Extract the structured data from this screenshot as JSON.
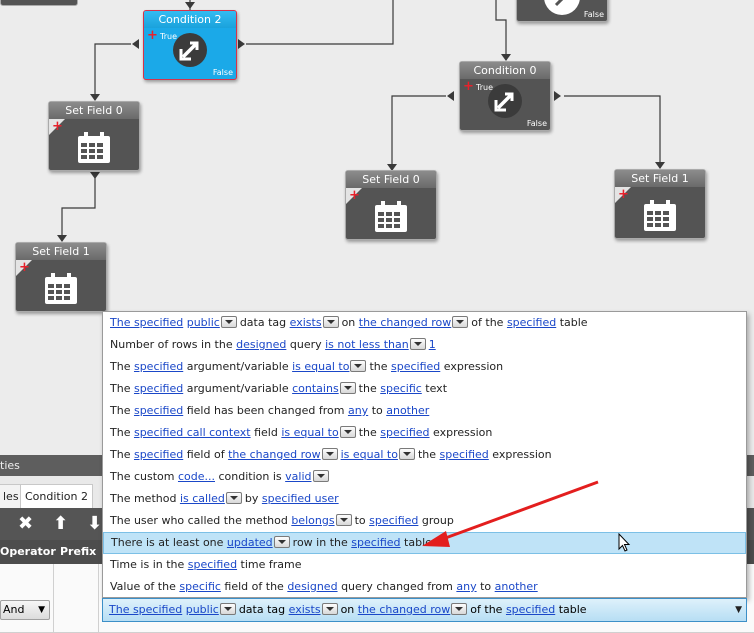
{
  "canvas": {
    "nodes": [
      {
        "id": "condition-2",
        "title": "Condition 2",
        "true_label": "True",
        "false_label": "False"
      },
      {
        "id": "condition-0",
        "title": "Condition 0",
        "true_label": "True",
        "false_label": "False"
      },
      {
        "id": "top-right",
        "false_label": "False"
      },
      {
        "id": "set-field-0-left",
        "title": "Set Field 0"
      },
      {
        "id": "set-field-1-left",
        "title": "Set Field 1"
      },
      {
        "id": "set-field-0-right",
        "title": "Set Field 0"
      },
      {
        "id": "set-field-1-right",
        "title": "Set Field 1"
      }
    ]
  },
  "properties": {
    "header": "ties",
    "tabs": [
      "les",
      "Condition 2"
    ],
    "toolbar": {
      "delete_icon": "x-icon",
      "up_icon": "arrow-up-icon",
      "down_icon": "arrow-down-icon"
    },
    "columns": [
      "Operator",
      "Prefix"
    ],
    "row_operator": "And"
  },
  "dropdown": {
    "options": [
      [
        {
          "t": "The specified",
          "l": 1
        },
        {
          "t": "public",
          "l": 1,
          "d": 1
        },
        {
          "t": "data tag"
        },
        {
          "t": "exists",
          "l": 1,
          "d": 1
        },
        {
          "t": "on"
        },
        {
          "t": "the changed row",
          "l": 1,
          "d": 1
        },
        {
          "t": "of the"
        },
        {
          "t": "specified",
          "l": 1
        },
        {
          "t": "table"
        }
      ],
      [
        {
          "t": "Number of rows in the"
        },
        {
          "t": "designed",
          "l": 1
        },
        {
          "t": "query"
        },
        {
          "t": "is not less than",
          "l": 1,
          "d": 1
        },
        {
          "t": "1",
          "l": 1
        }
      ],
      [
        {
          "t": "The"
        },
        {
          "t": "specified",
          "l": 1
        },
        {
          "t": "argument/variable"
        },
        {
          "t": "is equal to",
          "l": 1,
          "d": 1
        },
        {
          "t": "the"
        },
        {
          "t": "specified",
          "l": 1
        },
        {
          "t": "expression"
        }
      ],
      [
        {
          "t": "The"
        },
        {
          "t": "specified",
          "l": 1
        },
        {
          "t": "argument/variable"
        },
        {
          "t": "contains",
          "l": 1,
          "d": 1
        },
        {
          "t": "the"
        },
        {
          "t": "specific",
          "l": 1
        },
        {
          "t": "text"
        }
      ],
      [
        {
          "t": "The"
        },
        {
          "t": "specified",
          "l": 1
        },
        {
          "t": "field has been changed from"
        },
        {
          "t": "any",
          "l": 1
        },
        {
          "t": "to"
        },
        {
          "t": "another",
          "l": 1
        }
      ],
      [
        {
          "t": "The"
        },
        {
          "t": "specified call context",
          "l": 1
        },
        {
          "t": "field"
        },
        {
          "t": "is equal to",
          "l": 1,
          "d": 1
        },
        {
          "t": "the"
        },
        {
          "t": "specified",
          "l": 1
        },
        {
          "t": "expression"
        }
      ],
      [
        {
          "t": "The"
        },
        {
          "t": "specified",
          "l": 1
        },
        {
          "t": "field of"
        },
        {
          "t": "the changed row",
          "l": 1,
          "d": 1
        },
        {
          "t": "is equal to",
          "l": 1,
          "d": 1
        },
        {
          "t": "the"
        },
        {
          "t": "specified",
          "l": 1
        },
        {
          "t": "expression"
        }
      ],
      [
        {
          "t": "The custom"
        },
        {
          "t": "code...",
          "l": 1
        },
        {
          "t": "condition is"
        },
        {
          "t": "valid",
          "l": 1,
          "d": 1
        }
      ],
      [
        {
          "t": "The method"
        },
        {
          "t": "is called",
          "l": 1,
          "d": 1
        },
        {
          "t": "by"
        },
        {
          "t": "specified user",
          "l": 1
        }
      ],
      [
        {
          "t": "The user who called the method"
        },
        {
          "t": "belongs",
          "l": 1,
          "d": 1
        },
        {
          "t": "to"
        },
        {
          "t": "specified",
          "l": 1
        },
        {
          "t": "group"
        }
      ],
      [
        {
          "t": "There is at least one"
        },
        {
          "t": "updated",
          "l": 1,
          "d": 1
        },
        {
          "t": "row in the"
        },
        {
          "t": "specified",
          "l": 1
        },
        {
          "t": "table"
        }
      ],
      [
        {
          "t": "Time is in the"
        },
        {
          "t": "specified",
          "l": 1
        },
        {
          "t": "time frame"
        }
      ],
      [
        {
          "t": "Value of the"
        },
        {
          "t": "specific",
          "l": 1
        },
        {
          "t": "field of the"
        },
        {
          "t": "designed",
          "l": 1
        },
        {
          "t": "query changed from"
        },
        {
          "t": "any",
          "l": 1
        },
        {
          "t": "to"
        },
        {
          "t": "another",
          "l": 1
        }
      ]
    ],
    "highlighted_index": 10
  },
  "combo": [
    {
      "t": "The specified",
      "l": 1
    },
    {
      "t": "public",
      "l": 1,
      "d": 1
    },
    {
      "t": "data tag"
    },
    {
      "t": "exists",
      "l": 1,
      "d": 1
    },
    {
      "t": "on"
    },
    {
      "t": "the changed row",
      "l": 1,
      "d": 1
    },
    {
      "t": "of the"
    },
    {
      "t": "specified",
      "l": 1
    },
    {
      "t": "table"
    }
  ],
  "colors": {
    "link": "#1a47c8",
    "selected_node": "#1ba9e8",
    "highlight": "#bfe3f7",
    "annotation_arrow": "#e31e1e"
  }
}
